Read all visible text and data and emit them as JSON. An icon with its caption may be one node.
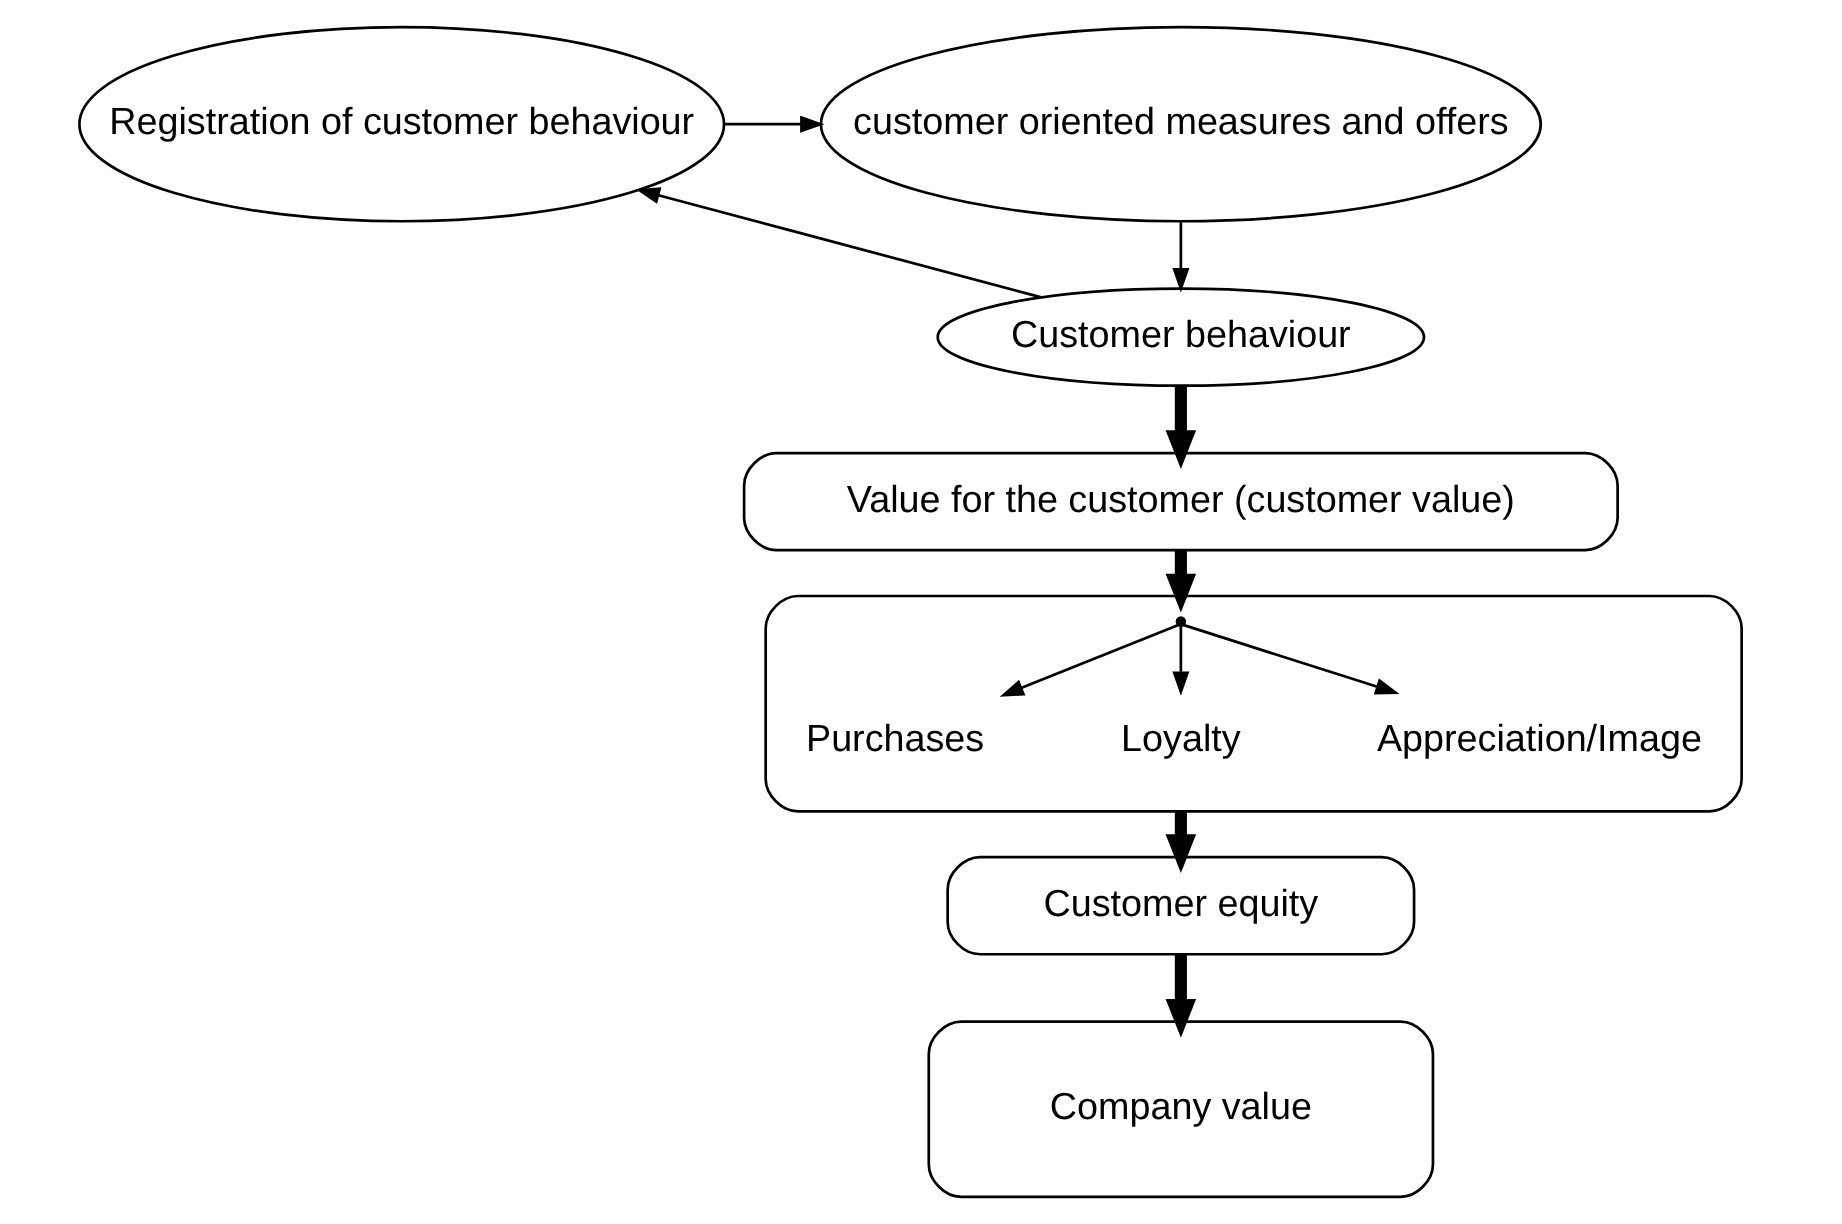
{
  "diagram": {
    "nodes": [
      {
        "text": [
          "Registration of customer behaviour"
        ]
      },
      {
        "text": [
          "customer oriented measures and offers"
        ]
      },
      {
        "text": [
          "Customer behaviour"
        ]
      },
      {
        "text": [
          "Value for the customer (customer value)"
        ]
      },
      {
        "text": [],
        "shape": "box"
      },
      {
        "text": [
          "Purchases"
        ],
        "in": 4
      },
      {
        "text": [
          "Loyalty"
        ],
        "in": 4
      },
      {
        "text": [
          "Appreciation/Image"
        ],
        "in": 4
      },
      {
        "text": [
          "Customer equity"
        ]
      },
      {
        "text": [
          "Company value"
        ]
      }
    ],
    "edges": [
      {
        "from": 0,
        "to": 1,
        "arrow": "to"
      },
      {
        "from": 1,
        "to": 2,
        "arrow": "to"
      },
      {
        "from": 2,
        "to": 0,
        "arrow": "to"
      },
      {
        "from": 2,
        "to": 3,
        "arrow": "to",
        "style": "thick"
      },
      {
        "from": 3,
        "to": 4,
        "arrow": "to",
        "style": "thick"
      },
      {
        "from": 4,
        "to": 5,
        "arrow": "to"
      },
      {
        "from": 4,
        "to": 6,
        "arrow": "to"
      },
      {
        "from": 4,
        "to": 7,
        "arrow": "to"
      },
      {
        "from": 4,
        "to": 8,
        "arrow": "to",
        "style": "thick"
      },
      {
        "from": 8,
        "to": 9,
        "arrow": "to",
        "style": "thick"
      }
    ]
  }
}
